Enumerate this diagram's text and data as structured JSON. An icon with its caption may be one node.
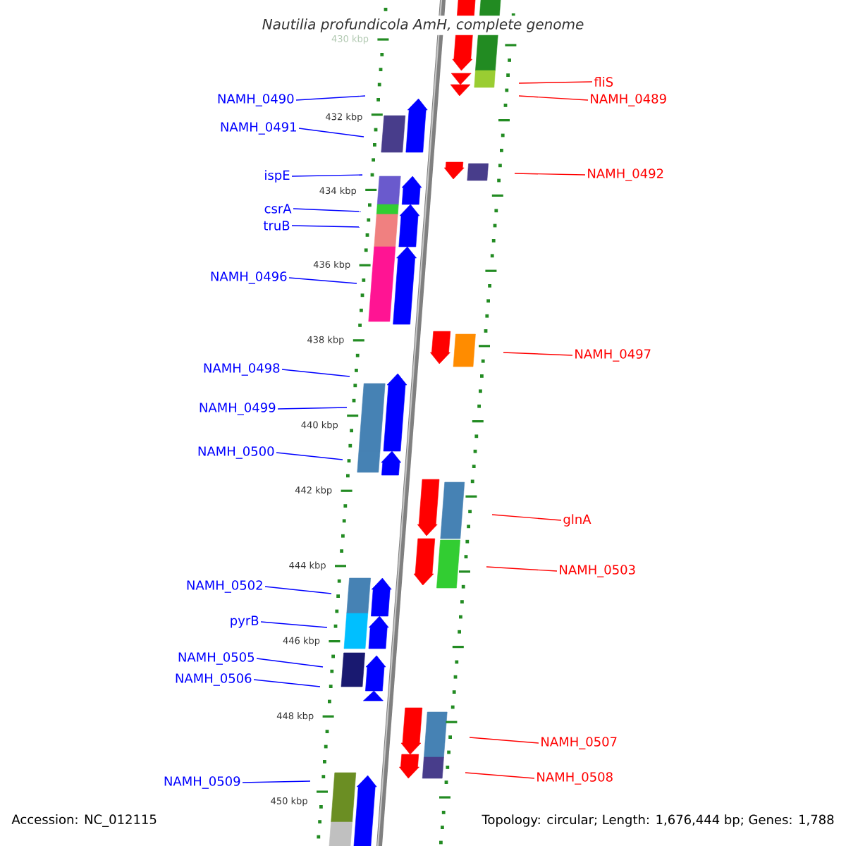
{
  "diagram": {
    "title": "Nautilia profundicola AmH, complete genome",
    "nodes": [
      {
        "text": [
          "NAMH_0490"
        ]
      },
      {
        "text": [
          "NAMH_0491"
        ]
      },
      {
        "text": [
          "ispE"
        ]
      },
      {
        "text": [
          "csrA"
        ]
      },
      {
        "text": [
          "truB"
        ]
      },
      {
        "text": [
          "NAMH_0496"
        ]
      },
      {
        "text": [
          "NAMH_0498"
        ]
      },
      {
        "text": [
          "NAMH_0499"
        ]
      },
      {
        "text": [
          "NAMH_0500"
        ]
      },
      {
        "text": [
          "NAMH_0502"
        ]
      },
      {
        "text": [
          "pyrB"
        ]
      },
      {
        "text": [
          "NAMH_0505"
        ]
      },
      {
        "text": [
          "NAMH_0506"
        ]
      },
      {
        "text": [
          "NAMH_0509"
        ]
      },
      {
        "text": [
          "fliS"
        ]
      },
      {
        "text": [
          "NAMH_0489"
        ]
      },
      {
        "text": [
          "NAMH_0492"
        ]
      },
      {
        "text": [
          "NAMH_0497"
        ]
      },
      {
        "text": [
          "glnA"
        ]
      },
      {
        "text": [
          "NAMH_0503"
        ]
      },
      {
        "text": [
          "NAMH_0507"
        ]
      },
      {
        "text": [
          "NAMH_0508"
        ]
      }
    ],
    "edges": [
      {
        "from": 0,
        "to": null,
        "arrow": "none"
      },
      {
        "from": 1,
        "to": null,
        "arrow": "none"
      },
      {
        "from": 2,
        "to": null,
        "arrow": "none"
      },
      {
        "from": 3,
        "to": null,
        "arrow": "none"
      },
      {
        "from": 4,
        "to": null,
        "arrow": "none"
      },
      {
        "from": 5,
        "to": null,
        "arrow": "none"
      },
      {
        "from": 6,
        "to": null,
        "arrow": "none"
      },
      {
        "from": 7,
        "to": null,
        "arrow": "none"
      },
      {
        "from": 8,
        "to": null,
        "arrow": "none"
      },
      {
        "from": 9,
        "to": null,
        "arrow": "none"
      },
      {
        "from": 10,
        "to": null,
        "arrow": "none"
      },
      {
        "from": 11,
        "to": null,
        "arrow": "none"
      },
      {
        "from": 12,
        "to": null,
        "arrow": "none"
      },
      {
        "from": 13,
        "to": null,
        "arrow": "none"
      },
      {
        "from": 14,
        "to": null,
        "arrow": "none",
        "color": "#ff0000"
      },
      {
        "from": 15,
        "to": null,
        "arrow": "none",
        "color": "#ff0000"
      },
      {
        "from": 16,
        "to": null,
        "arrow": "none",
        "color": "#ff0000"
      },
      {
        "from": 17,
        "to": null,
        "arrow": "none",
        "color": "#ff0000"
      },
      {
        "from": 18,
        "to": null,
        "arrow": "none",
        "color": "#ff0000"
      },
      {
        "from": 19,
        "to": null,
        "arrow": "none",
        "color": "#ff0000"
      },
      {
        "from": 20,
        "to": null,
        "arrow": "none",
        "color": "#ff0000"
      },
      {
        "from": 21,
        "to": null,
        "arrow": "none",
        "color": "#ff0000"
      }
    ],
    "labels": [
      "430 kbp",
      "432 kbp",
      "434 kbp",
      "436 kbp",
      "438 kbp",
      "440 kbp",
      "442 kbp",
      "444 kbp",
      "446 kbp",
      "448 kbp",
      "450 kbp",
      "Accession: NC_012115",
      "Topology: circular; Length: 1,676,444 bp; Genes: 1,788"
    ]
  }
}
